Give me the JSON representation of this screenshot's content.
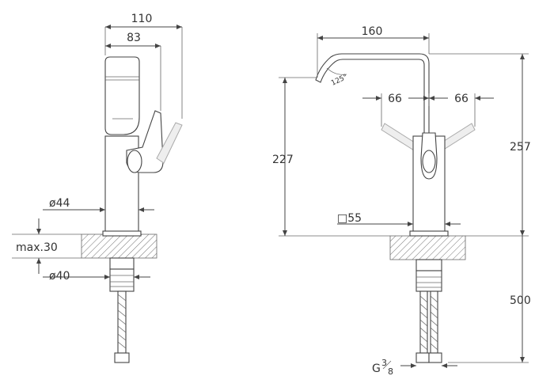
{
  "side_view": {
    "dim_width_total": "110",
    "dim_lever_offset": "83",
    "dim_body_diameter": "ø44",
    "dim_deck_thickness": "max.30",
    "dim_shank_diameter": "ø40"
  },
  "front_view": {
    "dim_spout_reach": "160",
    "dim_spout_angle": "125°",
    "dim_lever_left": "66",
    "dim_lever_right": "66",
    "dim_spout_height": "227",
    "dim_total_height": "257",
    "dim_body_square": "□55",
    "dim_hose_length": "500",
    "thread_prefix": "G",
    "thread_num": "3",
    "thread_den": "8"
  },
  "colors": {
    "line": "#444444",
    "hatch": "#888888",
    "ghost": "#aaaaaa"
  }
}
